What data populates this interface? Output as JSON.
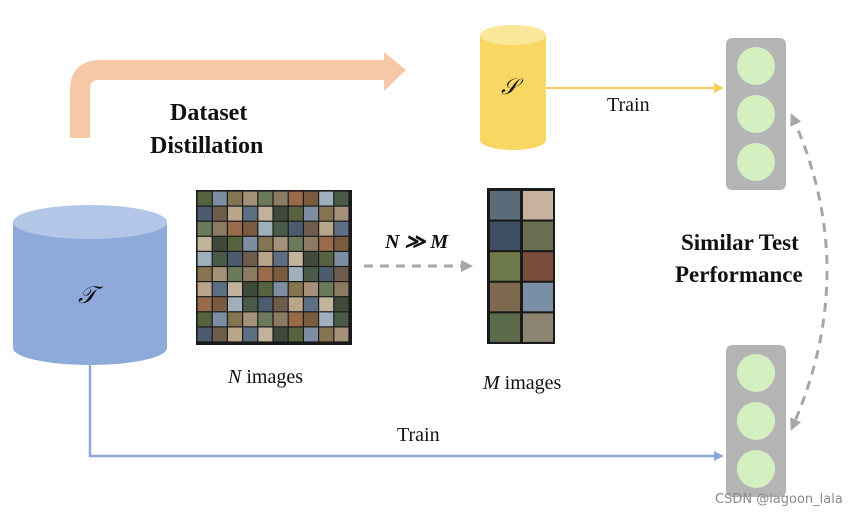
{
  "diagram": {
    "distill_label": [
      "Dataset",
      "Distillation"
    ],
    "synthetic_symbol": "𝒮",
    "train_symbol": "𝒯",
    "train_label_top": "Train",
    "train_label_bottom": "Train",
    "relation": "N ≫ M",
    "n_images": {
      "var": "N",
      "text": " images"
    },
    "m_images": {
      "var": "M",
      "text": " images"
    },
    "similar": [
      "Similar Test",
      "Performance"
    ]
  },
  "colors": {
    "distill_arrow": "#f7c8a8",
    "synthetic_db": "#f8d863",
    "train_db": "#8eaadb",
    "train_arrow_top": "#f6cd5a",
    "train_arrow_bottom": "#8eaadb",
    "model_body": "#b4b4b4",
    "model_light": "#d4f0c0",
    "dashed": "#a6a6a6"
  },
  "watermark": "CSDN @lagoon_lala"
}
